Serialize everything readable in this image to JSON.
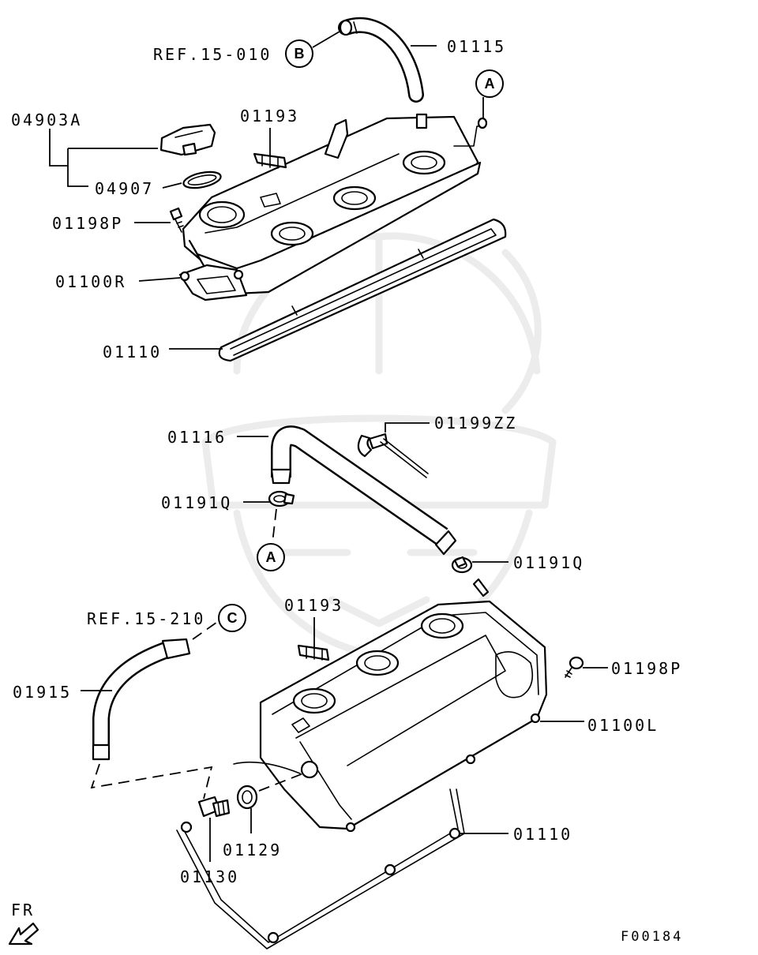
{
  "figure_code": "F00184",
  "direction_label": "FR",
  "callouts": {
    "a": "A",
    "b": "B",
    "c": "C"
  },
  "refs": {
    "b": "REF.15-010",
    "c": "REF.15-210"
  },
  "parts": {
    "p01115": "01115",
    "p01193_top": "01193",
    "p04903A": "04903A",
    "p04907": "04907",
    "p01198P_top": "01198P",
    "p01100R": "01100R",
    "p01110_top": "01110",
    "p01116": "01116",
    "p01199ZZ": "01199ZZ",
    "p01191Q_left": "01191Q",
    "p01191Q_right": "01191Q",
    "p01193_bottom": "01193",
    "p01198P_bottom": "01198P",
    "p01915": "01915",
    "p01100L": "01100L",
    "p01129": "01129",
    "p01110_bottom": "01110",
    "p01130": "01130"
  }
}
